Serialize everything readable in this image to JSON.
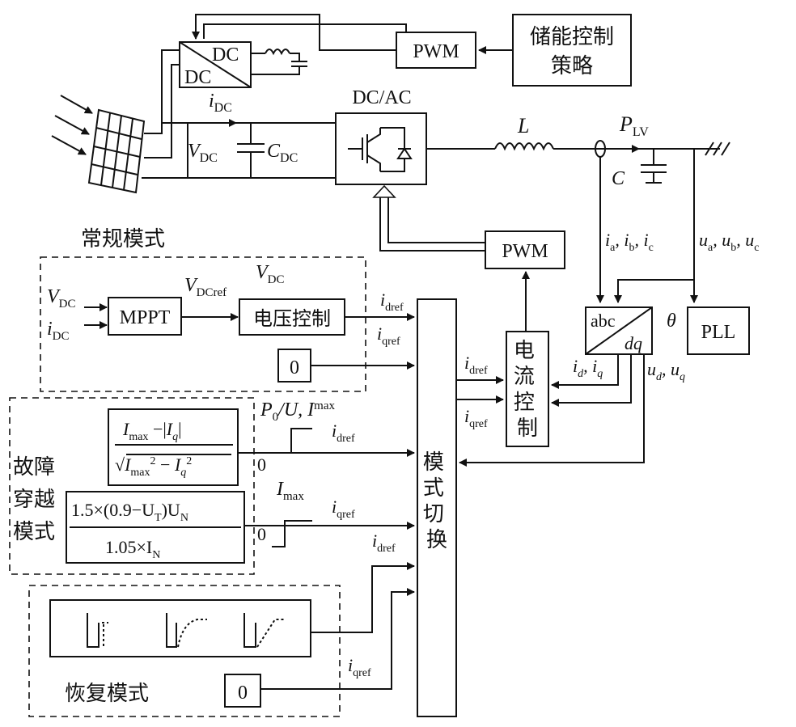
{
  "labels": {
    "dcdc_top": "DC",
    "dcdc_bottom": "DC",
    "pwm_top": "PWM",
    "storage_control_line1": "储能控制",
    "storage_control_line2": "策略",
    "i_dc_main": "i",
    "i_dc_main_sub": "DC",
    "v_dc_main": "V",
    "v_dc_main_sub": "DC",
    "c_dc": "C",
    "c_dc_sub": "DC",
    "dcac": "DC/AC",
    "inductor_L": "L",
    "p_lv": "P",
    "p_lv_sub": "LV",
    "cap_C": "C",
    "currents_abc": "i",
    "currents_abc_a": "a",
    "currents_abc_b": "b",
    "currents_abc_c": "c",
    "voltages_abc": "u",
    "voltages_abc_a": "a",
    "voltages_abc_b": "b",
    "voltages_abc_c": "c",
    "pwm_mid": "PWM",
    "normal_mode": "常规模式",
    "v_dc_in": "V",
    "v_dc_in_sub": "DC",
    "i_dc_in": "i",
    "i_dc_in_sub": "DC",
    "mppt": "MPPT",
    "v_dcref": "V",
    "v_dcref_sub": "DCref",
    "v_dc_top": "V",
    "v_dc_top_sub": "DC",
    "voltage_control": "电压控制",
    "zero_normal": "0",
    "idref_1": "i",
    "idref_1_sub": "dref",
    "iqref_1": "i",
    "iqref_1_sub": "qref",
    "abc_dq_top": "abc",
    "abc_dq_bottom": "dq",
    "theta": "θ",
    "pll": "PLL",
    "current_control": [
      "电",
      "流",
      "控",
      "制"
    ],
    "idref_2": "i",
    "idref_2_sub": "dref",
    "iqref_2": "i",
    "iqref_2_sub": "qref",
    "id_iq": "i",
    "ud_uq": "u",
    "fault_mode": [
      "故障",
      "穿越",
      "模式"
    ],
    "formula1_num": "I",
    "formula1_num_sub": "max",
    "formula1_den": "I",
    "formula1_den_sub": "max",
    "p0_u_imax": "P",
    "p0_sub": "0",
    "p0_rest": "/U, I",
    "p0_rest_sub": "max",
    "zero_fault1": "0",
    "idref_3": "i",
    "idref_3_sub": "dref",
    "formula2_num": "1.5×(0.9−U",
    "formula2_num_sub": "T",
    "formula2_num_end": ")U",
    "formula2_num_end_sub": "N",
    "formula2_den": "1.05×I",
    "formula2_den_sub": "N",
    "imax_fault2": "I",
    "imax_fault2_sub": "max",
    "zero_fault2": "0",
    "iqref_3": "i",
    "iqref_3_sub": "qref",
    "mode_switch": [
      "模",
      "式",
      "切",
      "换"
    ],
    "idref_4": "i",
    "idref_4_sub": "dref",
    "iqref_4": "i",
    "iqref_4_sub": "qref",
    "zero_recovery": "0",
    "recovery_mode": "恢复模式"
  }
}
